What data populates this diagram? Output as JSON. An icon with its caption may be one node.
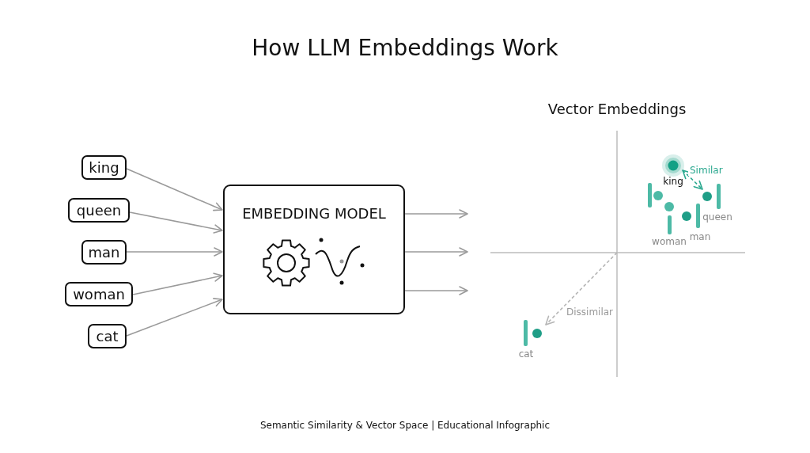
{
  "diagram": {
    "title": "How LLM Embeddings Work",
    "caption": "Semantic Similarity & Vector Space | Educational Infographic",
    "nodes": [
      {
        "text": [
          "king"
        ]
      },
      {
        "text": [
          "queen"
        ]
      },
      {
        "text": [
          "man"
        ]
      },
      {
        "text": [
          "woman"
        ]
      },
      {
        "text": [
          "cat"
        ]
      },
      {
        "text": [
          "EMBEDDING MODEL"
        ]
      },
      {
        "text": [
          "king"
        ]
      },
      {
        "text": [
          "queen"
        ]
      },
      {
        "text": [
          "man"
        ]
      },
      {
        "text": [
          "woman"
        ]
      },
      {
        "text": [
          "cat"
        ]
      }
    ],
    "edges": [
      {
        "from": 0,
        "to": 5,
        "arrow": "to"
      },
      {
        "from": 1,
        "to": 5,
        "arrow": "to"
      },
      {
        "from": 2,
        "to": 5,
        "arrow": "to"
      },
      {
        "from": 3,
        "to": 5,
        "arrow": "to"
      },
      {
        "from": 4,
        "to": 5,
        "arrow": "to"
      },
      {
        "from": 5,
        "to": null,
        "arrow": "to"
      },
      {
        "from": 5,
        "to": null,
        "arrow": "to"
      },
      {
        "from": 5,
        "to": null,
        "arrow": "to"
      },
      {
        "from": 6,
        "to": 7,
        "arrow": "both",
        "label": "Similar",
        "style": "dashed",
        "color": "#2aa88f"
      },
      {
        "from": null,
        "to": 10,
        "arrow": "to",
        "label": "Dissimilar",
        "style": "dashed"
      }
    ],
    "labels": [
      "Vector Embeddings"
    ]
  }
}
